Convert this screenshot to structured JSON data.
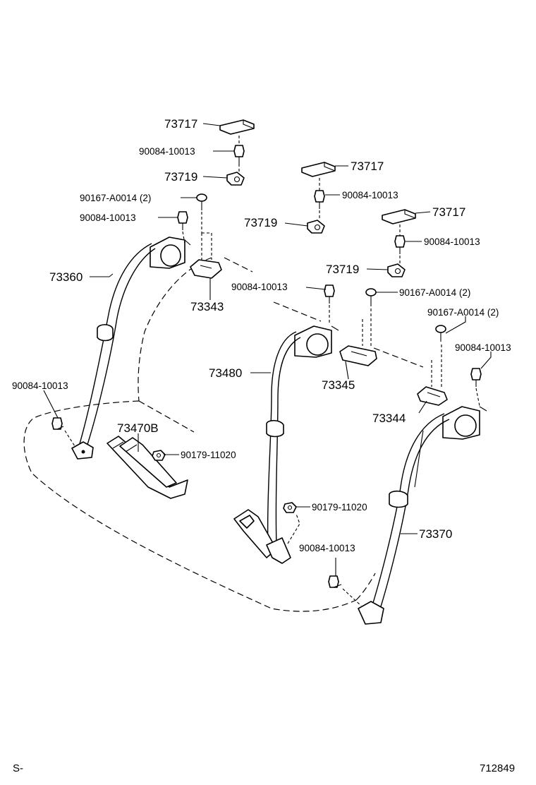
{
  "labels": {
    "p73717_a": "73717",
    "p90084_a": "90084-10013",
    "p73719_a": "73719",
    "p90167_a": "90167-A0014 (2)",
    "p90084_b": "90084-10013",
    "p73360": "73360",
    "p73343": "73343",
    "p73717_b": "73717",
    "p90084_c": "90084-10013",
    "p73719_b": "73719",
    "p73717_c": "73717",
    "p90084_d": "90084-10013",
    "p73719_c": "73719",
    "p90084_e": "90084-10013",
    "p90167_b": "90167-A0014 (2)",
    "p90167_c": "90167-A0014 (2)",
    "p90084_f": "90084-10013",
    "p73480": "73480",
    "p73345": "73345",
    "p90084_g": "90084-10013",
    "p73344": "73344",
    "p73470b": "73470B",
    "p90179_a": "90179-11020",
    "p90179_b": "90179-11020",
    "p73370": "73370",
    "p90084_h": "90084-10013"
  },
  "corner_left": "S-",
  "corner_right": "712849"
}
